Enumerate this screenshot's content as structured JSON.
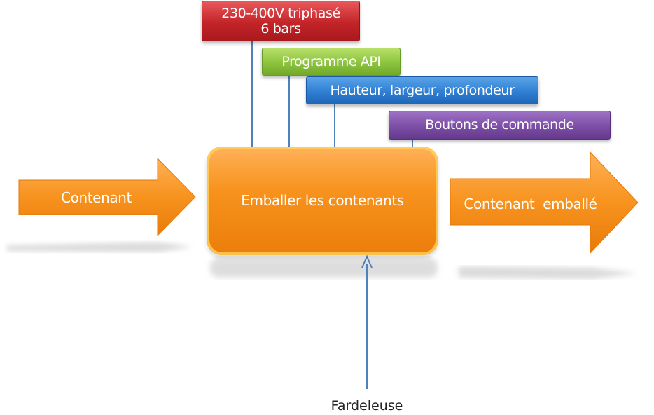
{
  "input_label": "Contenant",
  "output_label": "Contenant  emballé",
  "process_label": "Emballer les contenants",
  "mechanism_label": "Fardeleuse",
  "controls": [
    {
      "lines": [
        "230-400V triphasé",
        "6 bars"
      ],
      "color": "#c32428"
    },
    {
      "lines": [
        "Programme API"
      ],
      "color": "#8cc43e"
    },
    {
      "lines": [
        "Hauteur, largeur, profondeur"
      ],
      "color": "#2f7fd3"
    },
    {
      "lines": [
        "Boutons de commande"
      ],
      "color": "#7d4ea6"
    }
  ],
  "colors": {
    "arrow_fill": "#f7931e",
    "connector": "#4f81bd"
  }
}
